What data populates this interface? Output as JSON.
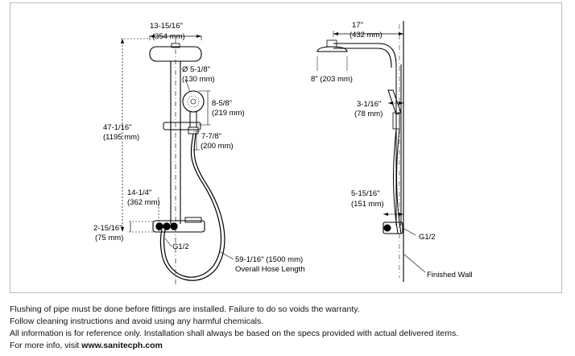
{
  "front_view": {
    "head_width": "13-15/16\"",
    "head_width_mm": "(354 mm)",
    "head_diameter": "Ø 5-1/8\"",
    "head_diameter_mm": "(130 mm)",
    "handheld_length": "8-5/8\"",
    "handheld_length_mm": "(219 mm)",
    "overall_height": "47-1/16\"",
    "overall_height_mm": "(1195 mm)",
    "slide_offset": "7-7/8\"",
    "slide_offset_mm": "(200 mm)",
    "valve_to_head": "14-1/4\"",
    "valve_to_head_mm": "(362 mm)",
    "valve_height": "2-15/16\"",
    "valve_height_mm": "(75 mm)",
    "inlet": "G1/2",
    "hose_length": "59-1/16\" (1500 mm)",
    "hose_label": "Overall Hose Length"
  },
  "side_view": {
    "arm_reach": "17\"",
    "arm_reach_mm": "(432 mm)",
    "head_size": "8\" (203 mm)",
    "handheld_depth": "3-1/16\"",
    "handheld_depth_mm": "(78 mm)",
    "valve_depth": "5-15/16\"",
    "valve_depth_mm": "(151 mm)",
    "inlet": "G1/2",
    "wall_label": "Finished Wall"
  },
  "notes": {
    "line1": "Flushing of pipe must be done before fittings are installed. Failure to do so voids the warranty.",
    "line2": "Follow cleaning instructions and avoid using any harmful chemicals.",
    "line3": "All information is for reference only. Installation shall always be based on the specs provided with actual delivered items.",
    "line4_prefix": "For more info, visit ",
    "line4_link": "www.sanitecph.com"
  }
}
